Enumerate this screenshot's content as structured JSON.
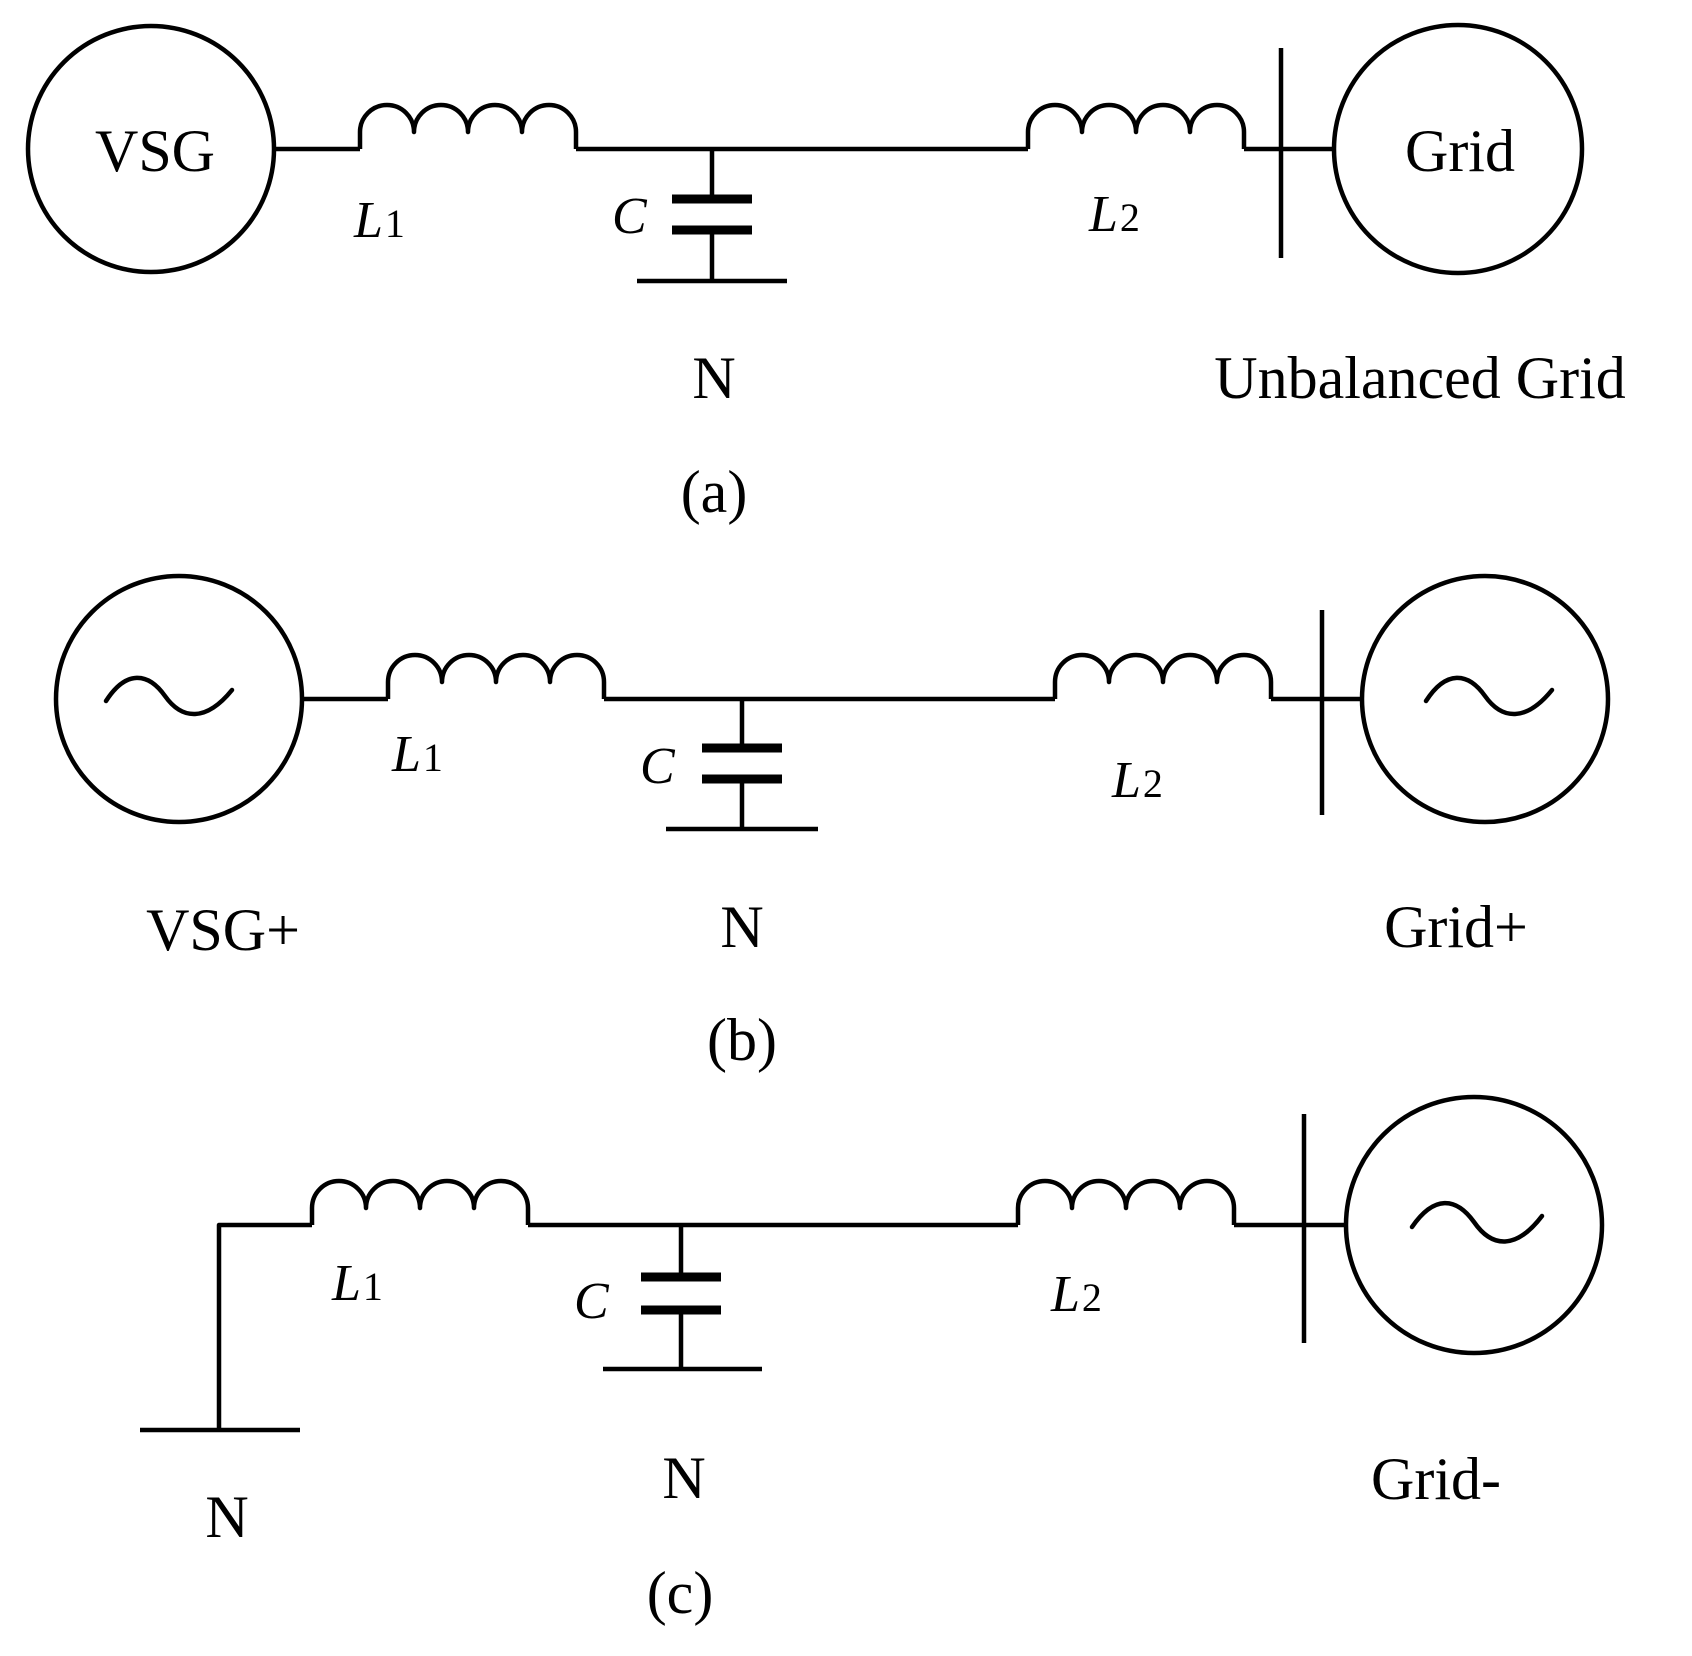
{
  "panel_a": {
    "source_label": "VSG",
    "grid_label": "Grid",
    "inductor1": {
      "symbol": "L",
      "subscript": "1"
    },
    "capacitor_label": "C",
    "inductor2": {
      "symbol": "L",
      "subscript": "2"
    },
    "neutral_label": "N",
    "grid_note": "Unbalanced Grid",
    "caption": "(a)"
  },
  "panel_b": {
    "source_icon": "ac-source-icon",
    "grid_icon": "ac-source-icon",
    "inductor1": {
      "symbol": "L",
      "subscript": "1"
    },
    "capacitor_label": "C",
    "inductor2": {
      "symbol": "L",
      "subscript": "2"
    },
    "source_label": "VSG+",
    "neutral_label": "N",
    "grid_label": "Grid+",
    "caption": "(b)"
  },
  "panel_c": {
    "grid_icon": "ac-source-icon",
    "inductor1": {
      "symbol": "L",
      "subscript": "1"
    },
    "capacitor_label": "C",
    "inductor2": {
      "symbol": "L",
      "subscript": "2"
    },
    "left_ground_label": "N",
    "neutral_label": "N",
    "grid_label": "Grid-",
    "caption": "(c)"
  },
  "colors": {
    "stroke": "#000000",
    "background": "#ffffff"
  }
}
